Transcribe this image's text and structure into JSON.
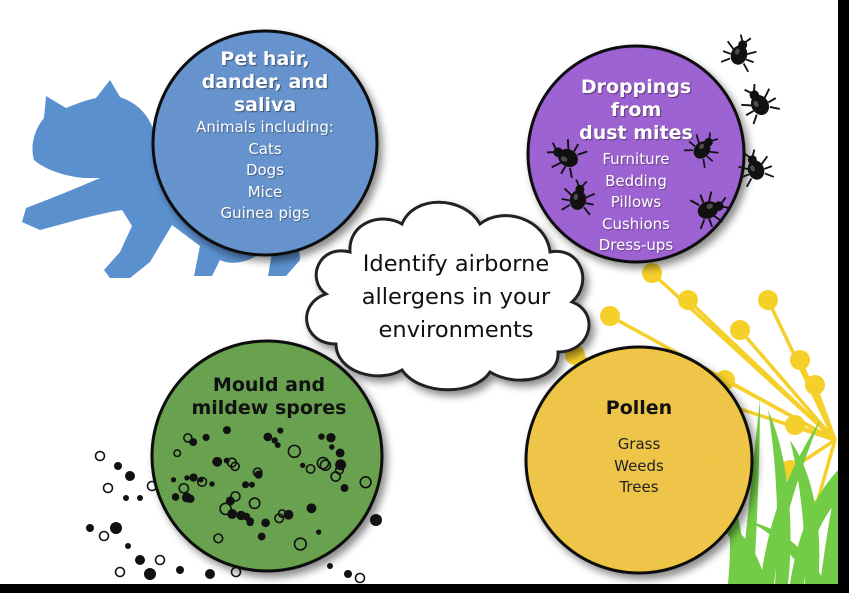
{
  "center": {
    "lines": [
      "Identify airborne",
      "allergens in your",
      "environments"
    ]
  },
  "circles": {
    "pets": {
      "title_lines": [
        "Pet hair,",
        "dander, and",
        "saliva"
      ],
      "subtitle": "Animals including:",
      "items": [
        "Cats",
        "Dogs",
        "Mice",
        "Guinea pigs"
      ],
      "color": "#5b90cf"
    },
    "dust_mites": {
      "title_lines": [
        "Droppings from",
        "dust mites"
      ],
      "items": [
        "Furniture",
        "Bedding",
        "Pillows",
        "Cushions",
        "Dress-ups"
      ],
      "color": "#9b57d4"
    },
    "mould": {
      "title_lines": [
        "Mould and",
        "mildew spores"
      ],
      "color": "#5fa03e"
    },
    "pollen": {
      "title_lines": [
        "Pollen"
      ],
      "items": [
        "Grass",
        "Weeds",
        "Trees"
      ],
      "color": "#f3c630"
    }
  },
  "decor": {
    "cat_color": "#5b90cf",
    "flower_color": "#f5cf2a",
    "grass_color": "#72cc45",
    "icons": [
      "cat-silhouette-icon",
      "dust-mite-icon",
      "spore-dots-icon",
      "dandelion-icon",
      "grass-icon"
    ]
  }
}
